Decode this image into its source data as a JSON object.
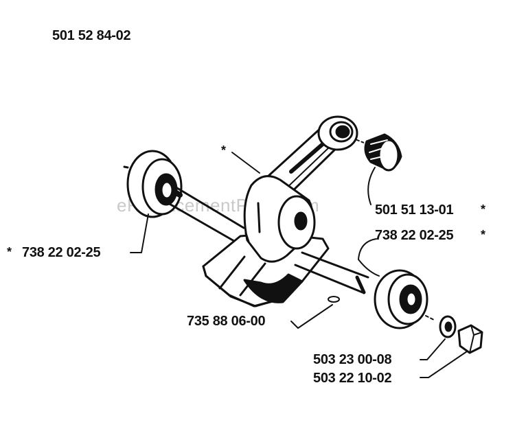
{
  "assembly_number": "501 52 84-02",
  "watermark": "eReplacementParts.com",
  "callouts": {
    "crankshaft_marker": "*",
    "needle_bearing": "501 51 13-01",
    "needle_bearing_marker": "*",
    "bearing_right": "738 22 02-25",
    "bearing_right_marker": "*",
    "bearing_left_marker": "*",
    "bearing_left": "738 22 02-25",
    "key": "735 88 06-00",
    "washer": "503 23 00-08",
    "nut": "503 22 10-02"
  },
  "colors": {
    "ink": "#111111",
    "watermark": "#c9c9c9"
  }
}
